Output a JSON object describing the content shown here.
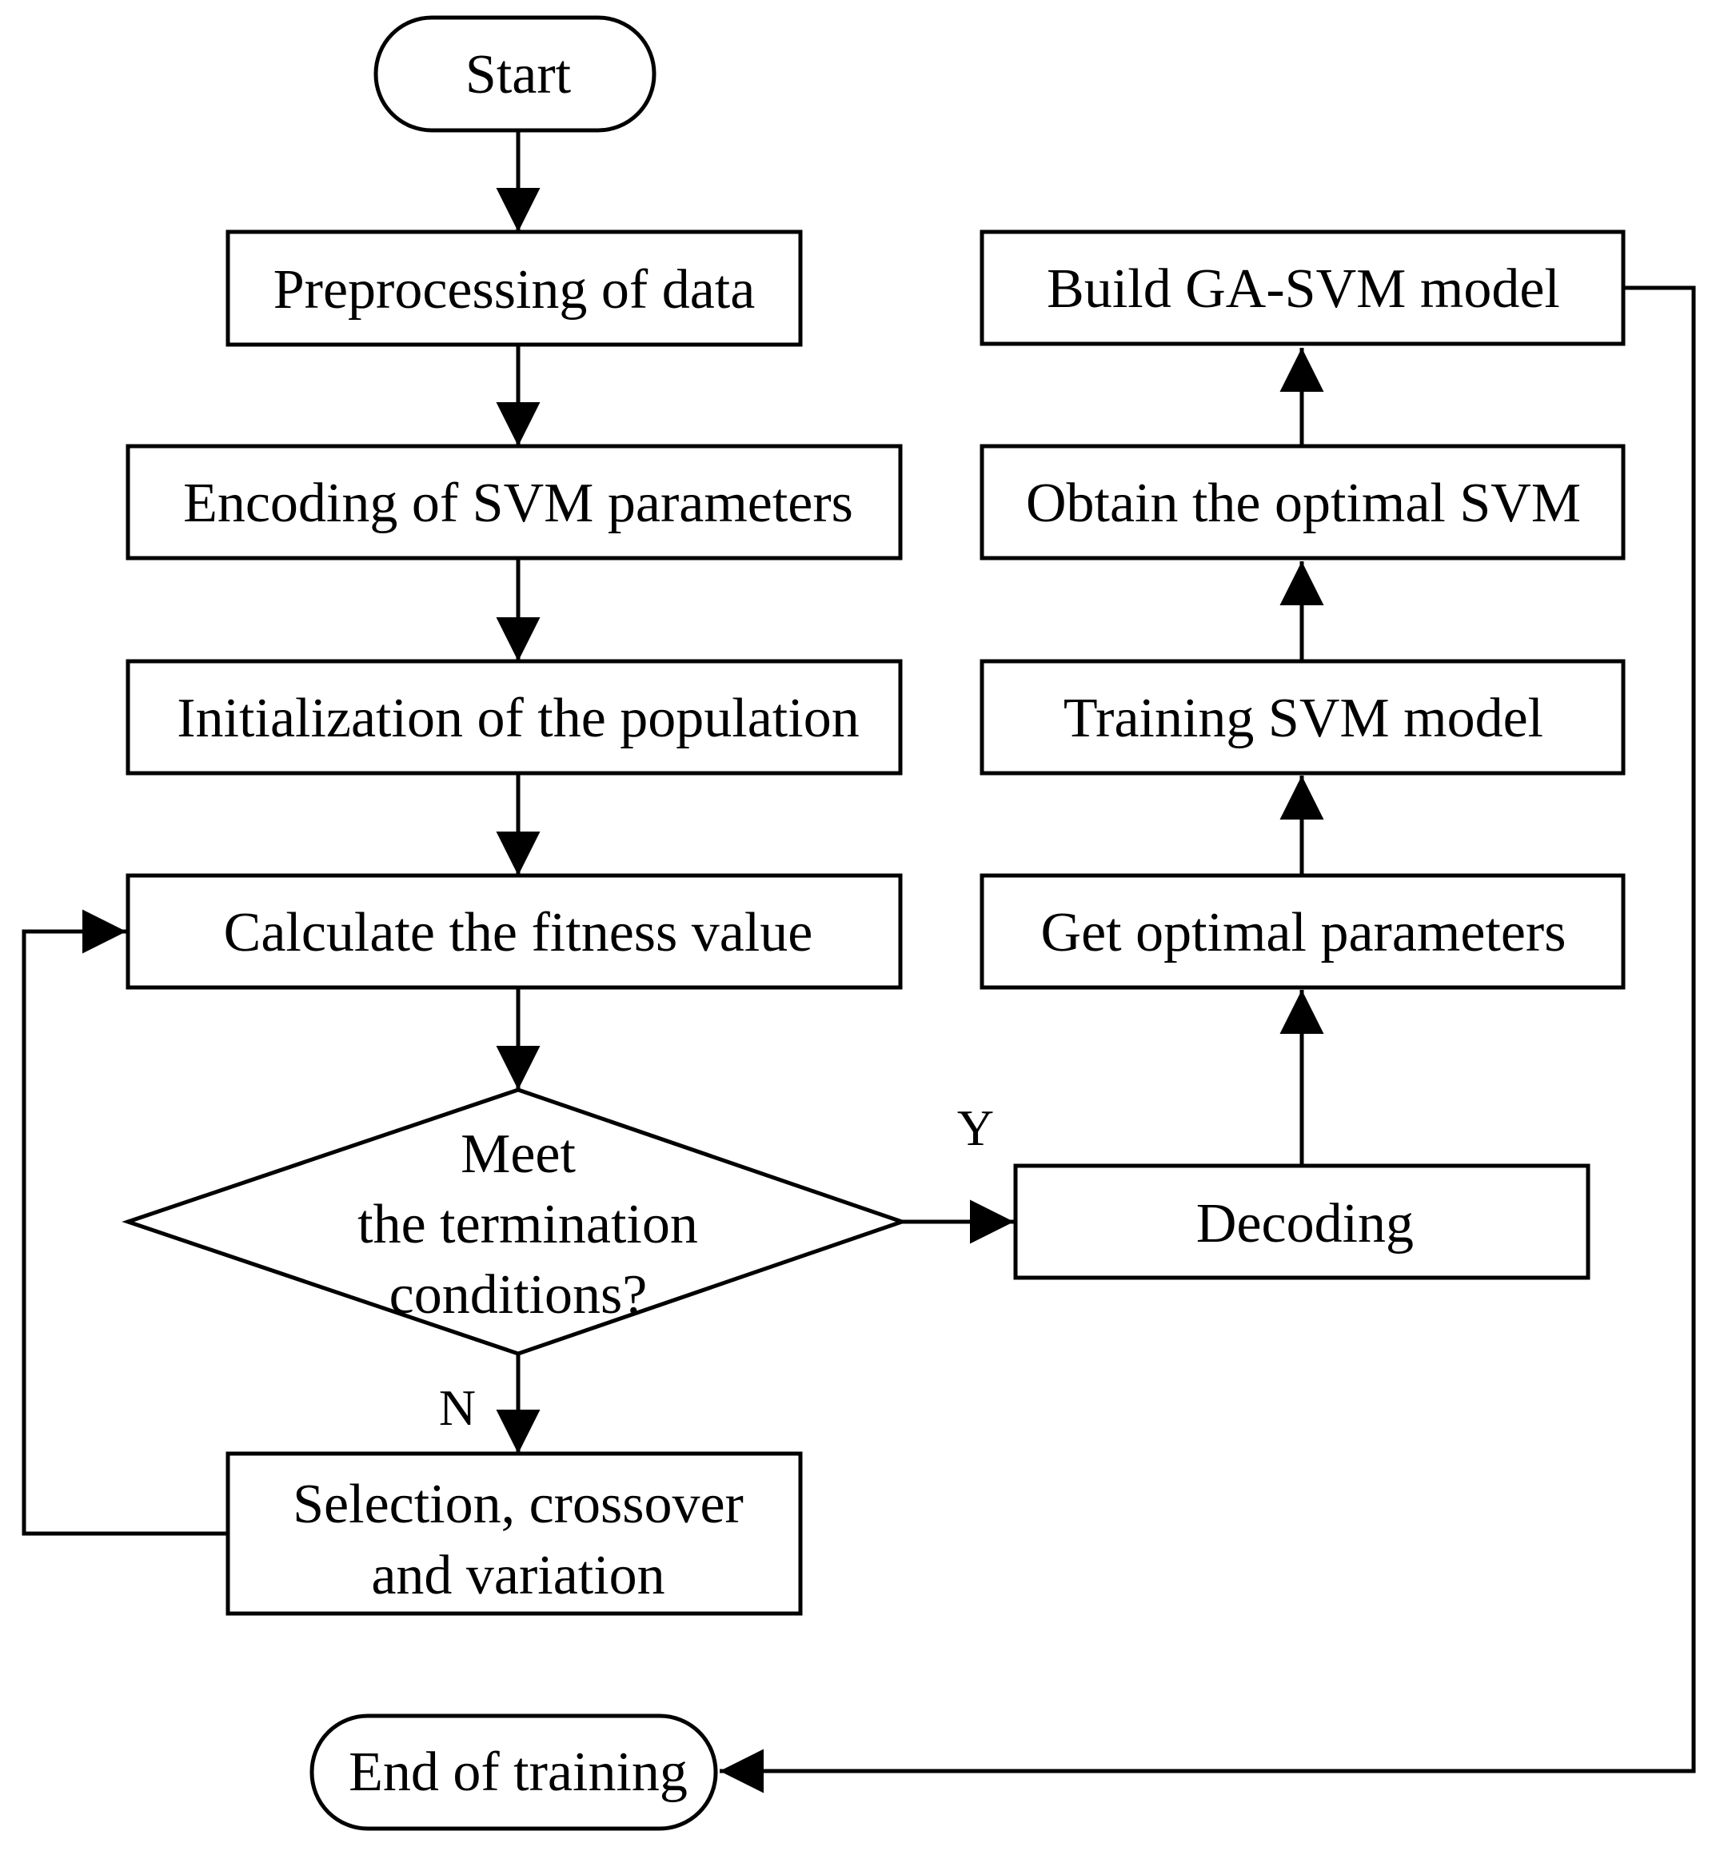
{
  "diagram": {
    "nodes": {
      "start": "Start",
      "preprocessing": "Preprocessing of data",
      "encoding": "Encoding of SVM parameters",
      "initialization": "Initialization of the population",
      "fitness": "Calculate the fitness value",
      "decision": [
        "Meet",
        "the termination",
        "conditions?"
      ],
      "selection": [
        "Selection, crossover",
        "and variation"
      ],
      "decoding": "Decoding",
      "get_params": "Get optimal parameters",
      "training": "Training SVM model",
      "obtain": "Obtain the optimal SVM",
      "build": "Build GA-SVM model",
      "end": "End of training"
    },
    "branch_labels": {
      "yes": "Y",
      "no": "N"
    }
  }
}
